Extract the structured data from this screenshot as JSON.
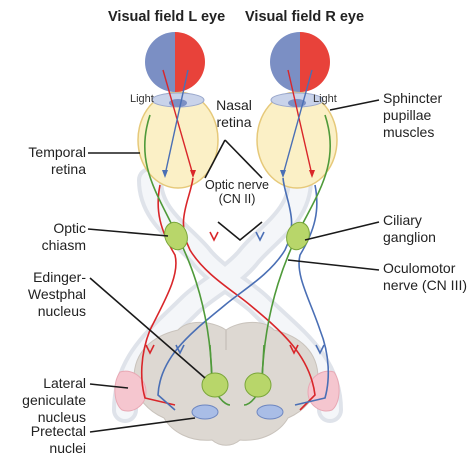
{
  "titles": {
    "left_eye": "Visual field L eye",
    "right_eye": "Visual field R eye"
  },
  "labels": {
    "light_left": "Light",
    "light_right": "Light",
    "nasal_retina": "Nasal\nretina",
    "optic_nerve": "Optic nerve\n(CN II)",
    "temporal_retina": "Temporal\nretina",
    "optic_chiasm": "Optic\nchiasm",
    "edinger_westphal": "Edinger-\nWestphal\nnucleus",
    "lateral_geniculate": "Lateral\ngeniculate\nnucleus",
    "pretectal": "Pretectal\nnuclei",
    "sphincter": "Sphincter\npupillae\nmuscles",
    "ciliary": "Ciliary\nganglion",
    "oculomotor": "Oculomotor\nnerve (CN III)"
  },
  "colors": {
    "field_left_half": "#7b8fc4",
    "field_right_half": "#e8423a",
    "red_pathway": "#d9262a",
    "blue_pathway": "#4a6fb5",
    "green_pathway": "#4f9a3a",
    "nerve_sheath": "#dfe3ea",
    "eye_fill": "#fbf0c6",
    "ganglion_fill": "#b8d66a",
    "lgn_fill": "#f5c6cf",
    "brainstem_fill": "#ddd8d2"
  }
}
